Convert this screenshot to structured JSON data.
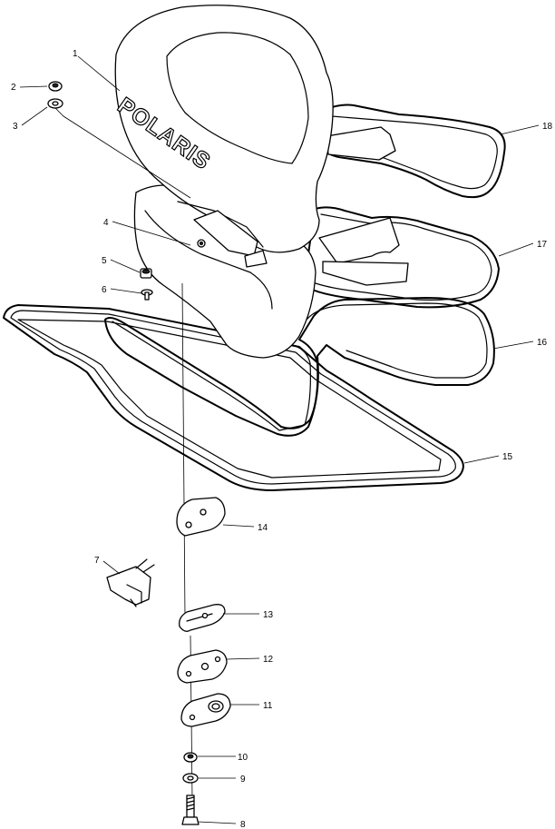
{
  "diagram": {
    "logo_text": "POLARIS",
    "callouts": [
      {
        "id": "1",
        "label": "1"
      },
      {
        "id": "2",
        "label": "2"
      },
      {
        "id": "3",
        "label": "3"
      },
      {
        "id": "4",
        "label": "4"
      },
      {
        "id": "5",
        "label": "5"
      },
      {
        "id": "6",
        "label": "6"
      },
      {
        "id": "7",
        "label": "7"
      },
      {
        "id": "8",
        "label": "8"
      },
      {
        "id": "9",
        "label": "9"
      },
      {
        "id": "10",
        "label": "10"
      },
      {
        "id": "11",
        "label": "11"
      },
      {
        "id": "12",
        "label": "12"
      },
      {
        "id": "13",
        "label": "13"
      },
      {
        "id": "14",
        "label": "14"
      },
      {
        "id": "15",
        "label": "15"
      },
      {
        "id": "16",
        "label": "16"
      },
      {
        "id": "17",
        "label": "17"
      },
      {
        "id": "18",
        "label": "18"
      }
    ]
  }
}
